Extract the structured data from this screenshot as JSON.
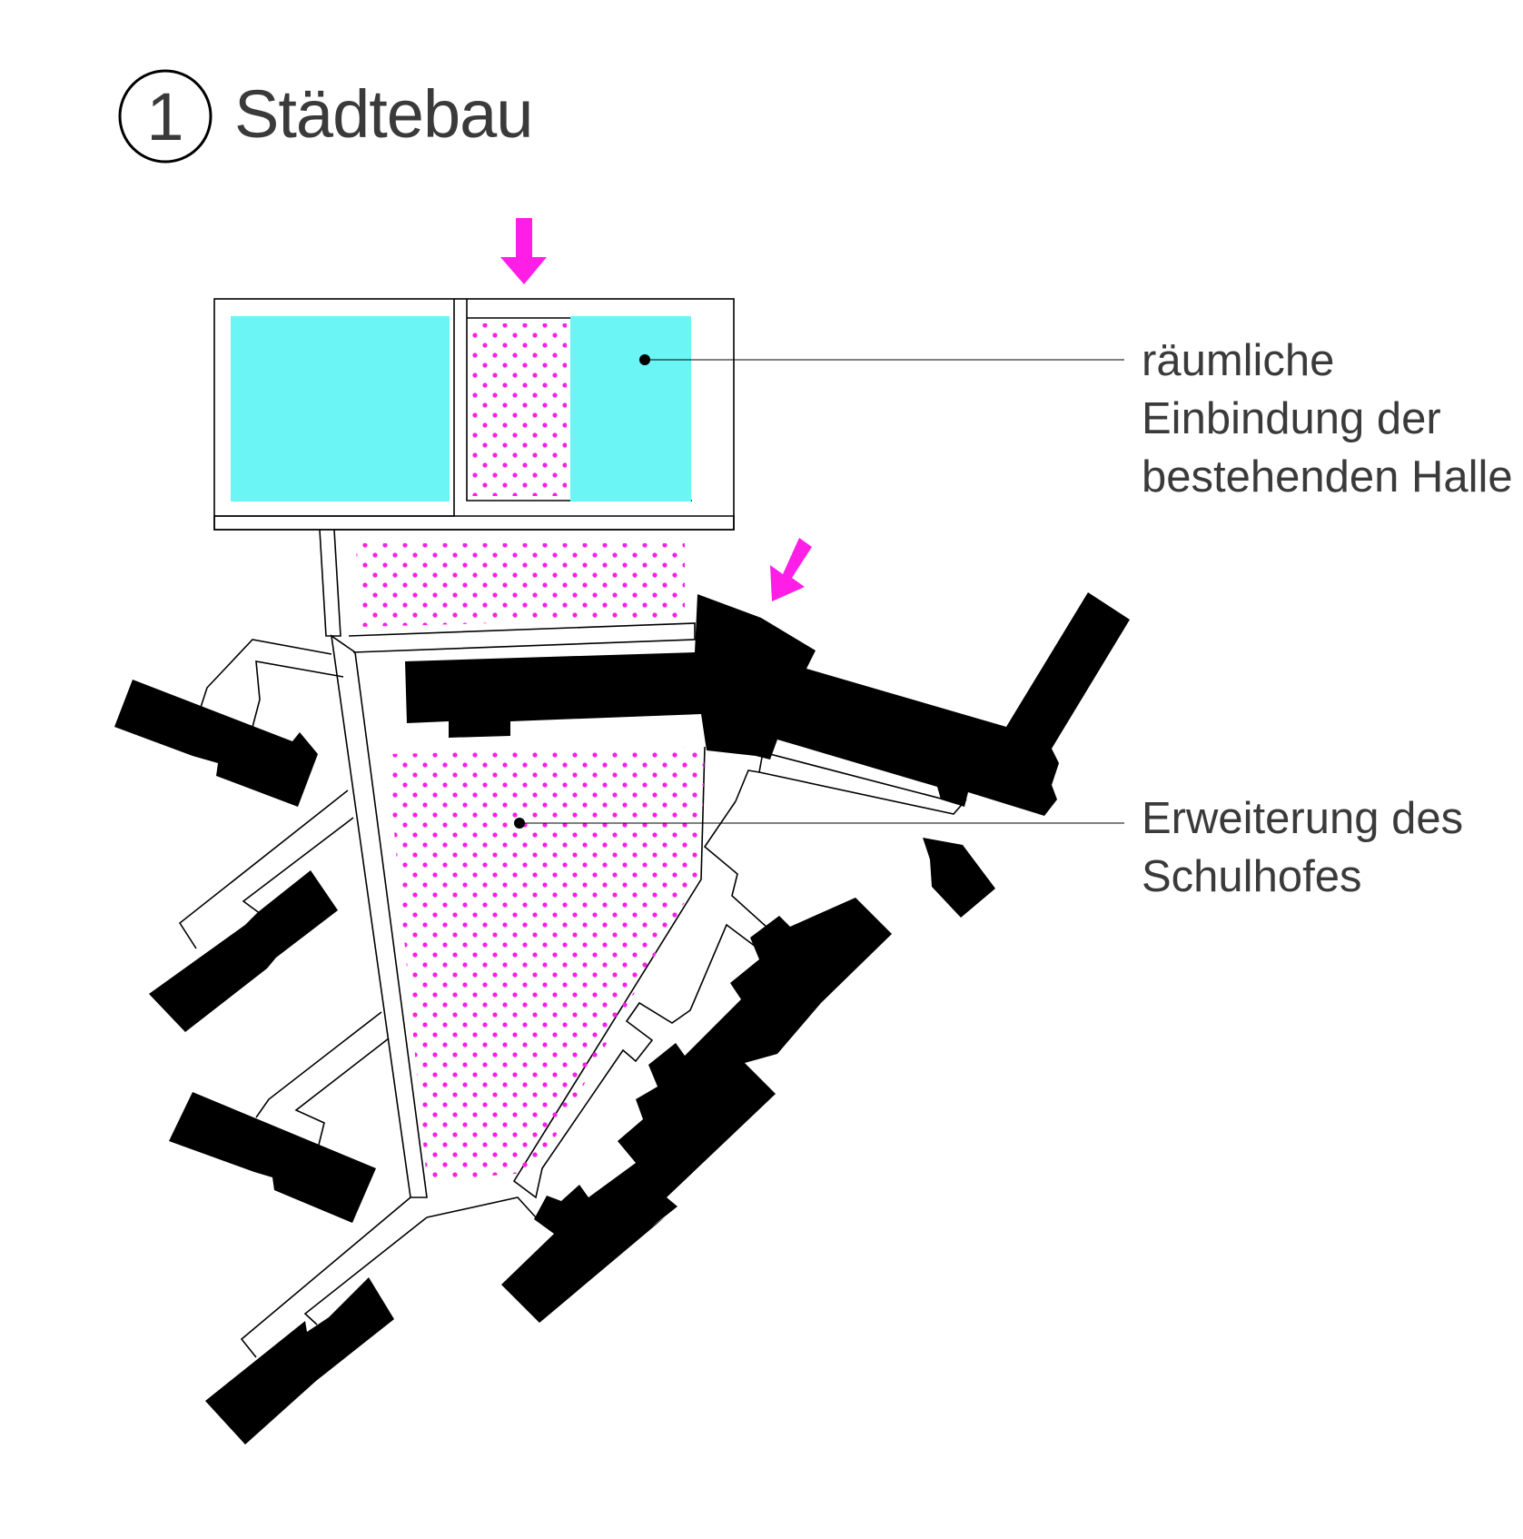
{
  "title": {
    "number": "1",
    "text": "Städtebau"
  },
  "annotations": [
    {
      "lines": [
        "räumliche",
        "Einbindung der",
        "bestehenden Halle"
      ]
    },
    {
      "lines": [
        "Erweiterung des",
        "Schulhofes"
      ]
    }
  ],
  "colors": {
    "building": "#000000",
    "hall": "#6cf5f5",
    "accent": "#ff1ee6",
    "outline": "#000000",
    "text": "#3a3a3a"
  },
  "icons": [
    "arrow-down-icon",
    "arrow-diagonal-icon"
  ]
}
